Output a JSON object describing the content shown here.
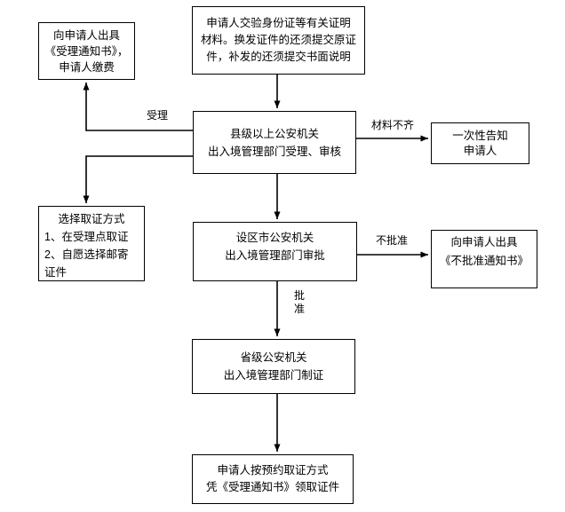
{
  "diagram": {
    "background_color": "#ffffff",
    "line_color": "#000000",
    "text_color": "#000000",
    "nodes": {
      "submit_materials": {
        "text": "申请人交验身份证等有关证明\n材料。换发证件的还须提交原证\n件，补发的还须提交书面说明"
      },
      "acceptance_notice": {
        "text": "向申请人出具\n《受理通知书》，\n申请人缴费"
      },
      "county_review": {
        "text": "县级以上公安机关\n出入境管理部门受理、审核"
      },
      "onetime_notify": {
        "text": "一次性告知\n申请人"
      },
      "choose_method": {
        "title": "选择取证方式",
        "body": "1、在受理点取证\n2、自愿选择邮寄\n证件"
      },
      "city_approval": {
        "text": "设区市公安机关\n出入境管理部门审批"
      },
      "denial_notice": {
        "text": "向申请人出具\n《不批准通知书》"
      },
      "province_production": {
        "text": "省级公安机关\n出入境管理部门制证"
      },
      "pickup": {
        "text": "申请人按预约取证方式\n凭《受理通知书》领取证件"
      }
    },
    "edge_labels": {
      "accepted": "受理",
      "materials_incomplete": "材料不齐",
      "not_approved": "不批准",
      "approved": "批准"
    }
  }
}
